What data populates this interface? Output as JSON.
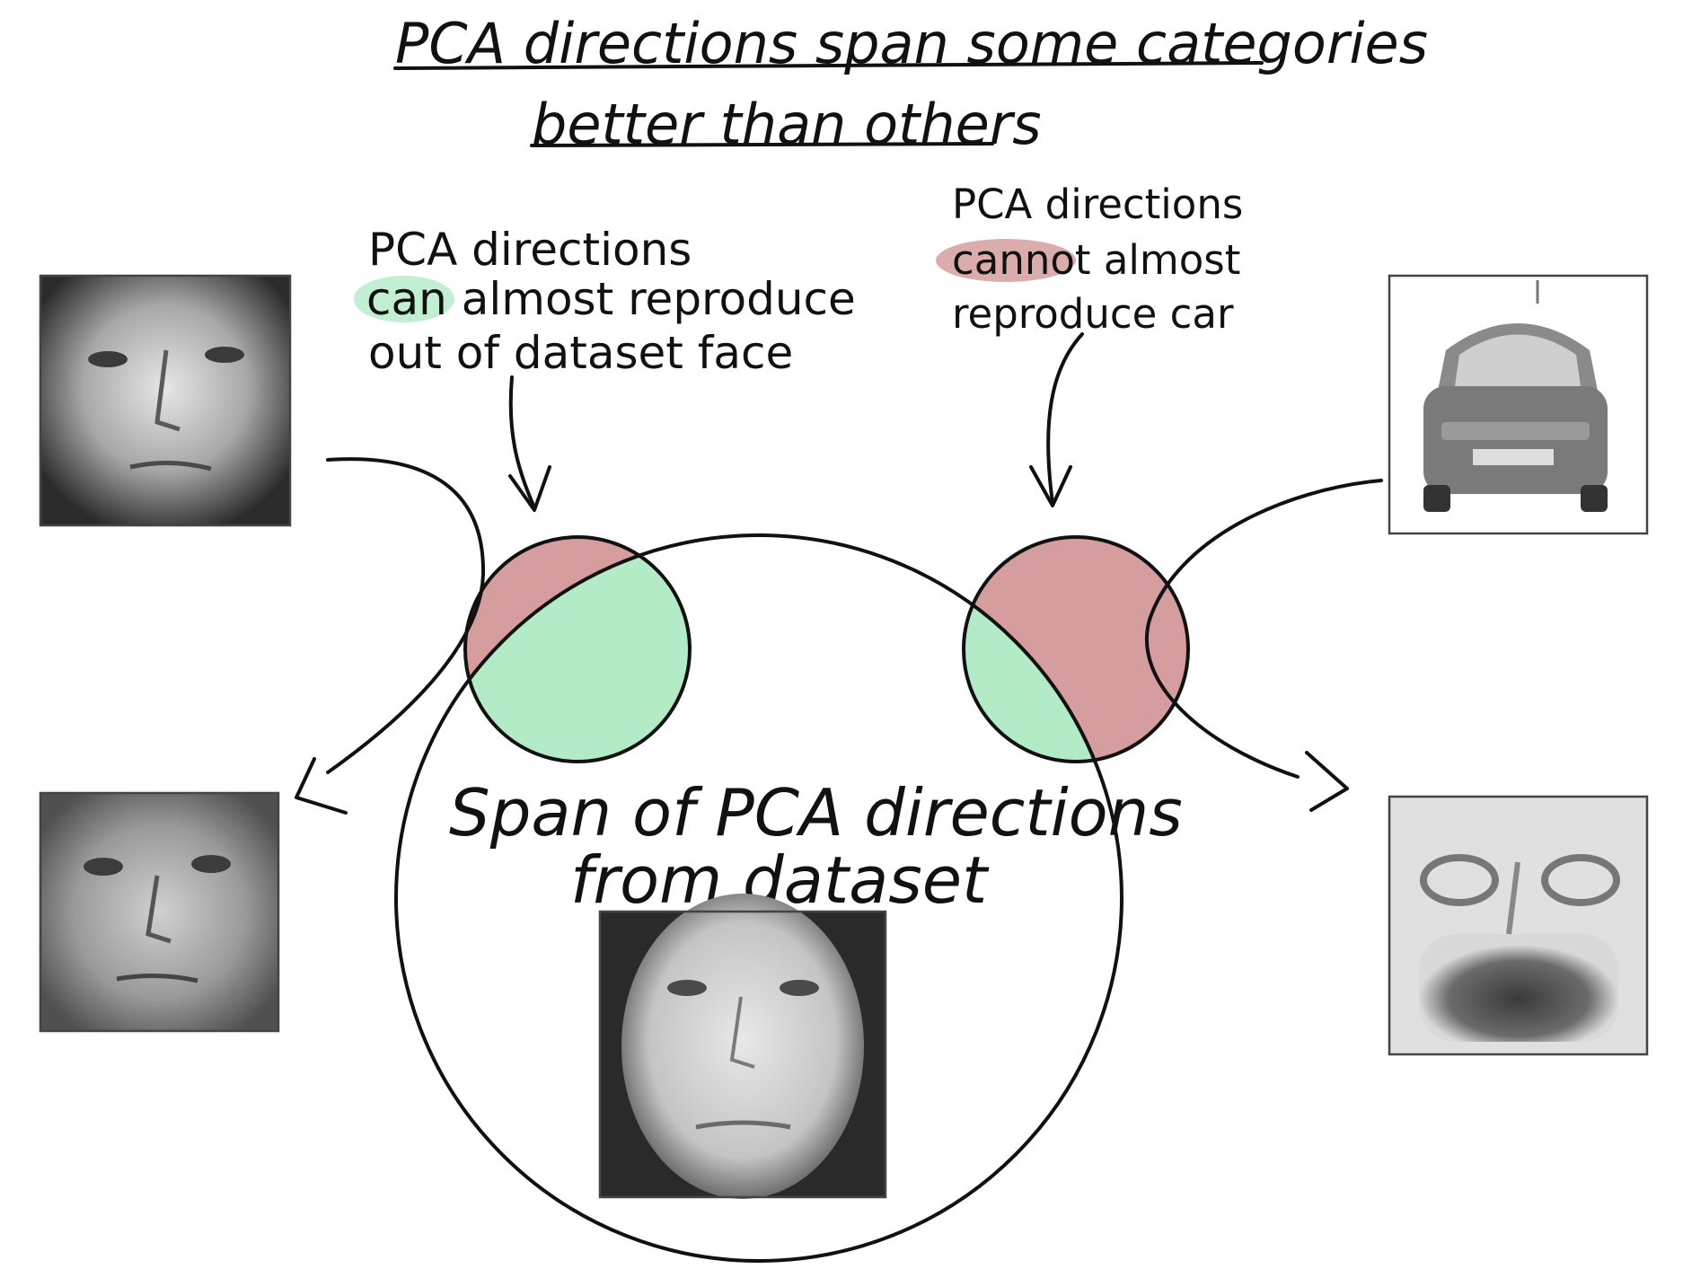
{
  "title": {
    "line1": "PCA directions span some categories",
    "line2": "better than others"
  },
  "notes": {
    "left": {
      "line1": "PCA directions",
      "highlight_word": "can",
      "line2_rest": " almost reproduce",
      "line3": "out of dataset face"
    },
    "right": {
      "line1": "PCA directions",
      "highlight_word": "cannot",
      "line2_rest": " almost",
      "line3": "reproduce car"
    }
  },
  "span_label": {
    "line1": "Span of PCA directions",
    "line2": "from dataset"
  },
  "images": {
    "face_original": "original out-of-dataset face photo",
    "face_reconstructed": "PCA reconstruction of face",
    "dataset_face": "dataset face sample",
    "car_original": "original car photo",
    "car_reconstructed": "PCA reconstruction of car"
  },
  "colors": {
    "green": "#b3ebc7",
    "red": "#d59d9d",
    "ink": "#111111"
  }
}
